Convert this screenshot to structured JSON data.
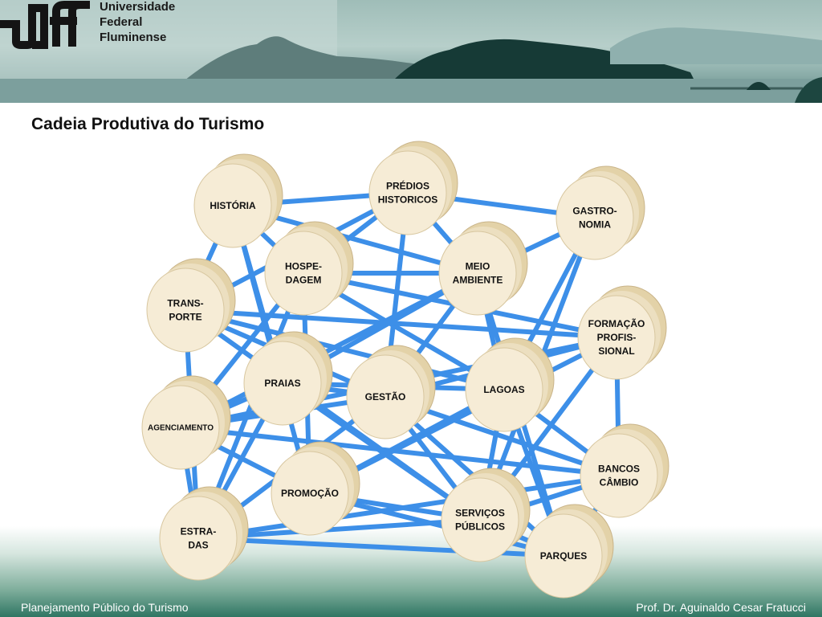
{
  "header": {
    "logo_text": "uff",
    "university_line1": "Universidade",
    "university_line2": "Federal",
    "university_line3": "Fluminense"
  },
  "title": "Cadeia Produtiva do Turismo",
  "footer": {
    "left": "Planejamento Público do Turismo",
    "right": "Prof. Dr. Aguinaldo Cesar Fratucci"
  },
  "colors": {
    "edge": "#3d8fe8",
    "node_fill": "#f6ecd6",
    "node_shadow": "#e3d2a8"
  },
  "diagram": {
    "nodes": [
      {
        "id": "historia",
        "lines": [
          "HISTÓRIA"
        ]
      },
      {
        "id": "predios",
        "lines": [
          "PRÉDIOS",
          "HISTORICOS"
        ]
      },
      {
        "id": "gastronomia",
        "lines": [
          "GASTRO-",
          "NOMIA"
        ]
      },
      {
        "id": "hospedagem",
        "lines": [
          "HOSPE-",
          "DAGEM"
        ]
      },
      {
        "id": "meio_ambiente",
        "lines": [
          "MEIO",
          "AMBIENTE"
        ]
      },
      {
        "id": "transporte",
        "lines": [
          "TRANS-",
          "PORTE"
        ]
      },
      {
        "id": "formacao",
        "lines": [
          "FORMAÇÃO",
          "PROFIS-",
          "SIONAL"
        ]
      },
      {
        "id": "praias",
        "lines": [
          "PRAIAS"
        ]
      },
      {
        "id": "gestao",
        "lines": [
          "GESTÃO"
        ]
      },
      {
        "id": "lagoas",
        "lines": [
          "LAGOAS"
        ]
      },
      {
        "id": "agenciamento",
        "lines": [
          "AGENCIAMENTO"
        ]
      },
      {
        "id": "bancos",
        "lines": [
          "BANCOS",
          "CÂMBIO"
        ]
      },
      {
        "id": "promocao",
        "lines": [
          "PROMOÇÃO"
        ]
      },
      {
        "id": "servicos",
        "lines": [
          "SERVIÇOS",
          "PÚBLICOS"
        ]
      },
      {
        "id": "estradas",
        "lines": [
          "ESTRA-",
          "DAS"
        ]
      },
      {
        "id": "parques",
        "lines": [
          "PARQUES"
        ]
      }
    ],
    "edges": [
      [
        "historia",
        "predios"
      ],
      [
        "historia",
        "hospedagem"
      ],
      [
        "historia",
        "meio_ambiente"
      ],
      [
        "historia",
        "transporte"
      ],
      [
        "historia",
        "praias"
      ],
      [
        "historia",
        "promocao"
      ],
      [
        "predios",
        "gastronomia"
      ],
      [
        "predios",
        "hospedagem"
      ],
      [
        "predios",
        "meio_ambiente"
      ],
      [
        "predios",
        "gestao"
      ],
      [
        "predios",
        "transporte"
      ],
      [
        "gastronomia",
        "meio_ambiente"
      ],
      [
        "gastronomia",
        "lagoas"
      ],
      [
        "gastronomia",
        "servicos"
      ],
      [
        "hospedagem",
        "meio_ambiente"
      ],
      [
        "hospedagem",
        "formacao"
      ],
      [
        "hospedagem",
        "lagoas"
      ],
      [
        "hospedagem",
        "promocao"
      ],
      [
        "hospedagem",
        "estradas"
      ],
      [
        "hospedagem",
        "agenciamento"
      ],
      [
        "meio_ambiente",
        "praias"
      ],
      [
        "meio_ambiente",
        "gestao"
      ],
      [
        "meio_ambiente",
        "lagoas"
      ],
      [
        "meio_ambiente",
        "parques"
      ],
      [
        "meio_ambiente",
        "agenciamento"
      ],
      [
        "transporte",
        "gestao"
      ],
      [
        "transporte",
        "lagoas"
      ],
      [
        "transporte",
        "estradas"
      ],
      [
        "transporte",
        "servicos"
      ],
      [
        "transporte",
        "formacao"
      ],
      [
        "formacao",
        "gestao"
      ],
      [
        "formacao",
        "bancos"
      ],
      [
        "formacao",
        "servicos"
      ],
      [
        "formacao",
        "promocao"
      ],
      [
        "formacao",
        "agenciamento"
      ],
      [
        "praias",
        "gestao"
      ],
      [
        "praias",
        "lagoas"
      ],
      [
        "praias",
        "estradas"
      ],
      [
        "praias",
        "servicos"
      ],
      [
        "praias",
        "agenciamento"
      ],
      [
        "gestao",
        "agenciamento"
      ],
      [
        "gestao",
        "bancos"
      ],
      [
        "gestao",
        "servicos"
      ],
      [
        "gestao",
        "estradas"
      ],
      [
        "gestao",
        "parques"
      ],
      [
        "lagoas",
        "bancos"
      ],
      [
        "lagoas",
        "parques"
      ],
      [
        "lagoas",
        "promocao"
      ],
      [
        "lagoas",
        "servicos"
      ],
      [
        "agenciamento",
        "bancos"
      ],
      [
        "agenciamento",
        "estradas"
      ],
      [
        "agenciamento",
        "promocao"
      ],
      [
        "bancos",
        "estradas"
      ],
      [
        "bancos",
        "servicos"
      ],
      [
        "bancos",
        "parques"
      ],
      [
        "promocao",
        "servicos"
      ],
      [
        "promocao",
        "parques"
      ],
      [
        "servicos",
        "estradas"
      ],
      [
        "servicos",
        "parques"
      ],
      [
        "estradas",
        "parques"
      ]
    ]
  }
}
